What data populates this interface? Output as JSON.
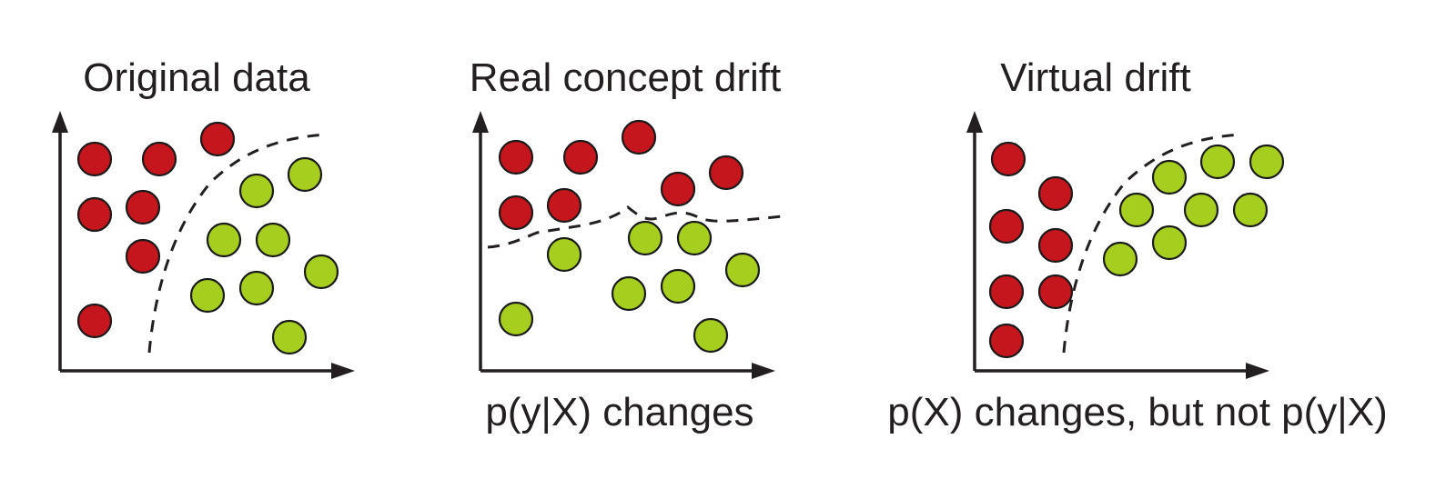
{
  "colors": {
    "class_a": "#c4161c",
    "class_b": "#a6ce1e",
    "ink": "#231f20"
  },
  "panels": [
    {
      "id": "original",
      "title": "Original data",
      "caption": ""
    },
    {
      "id": "real",
      "title": "Real concept drift",
      "caption": "p(y|X) changes"
    },
    {
      "id": "virtual",
      "title": "Virtual drift",
      "caption": "p(X) changes, but not p(y|X)"
    }
  ]
}
